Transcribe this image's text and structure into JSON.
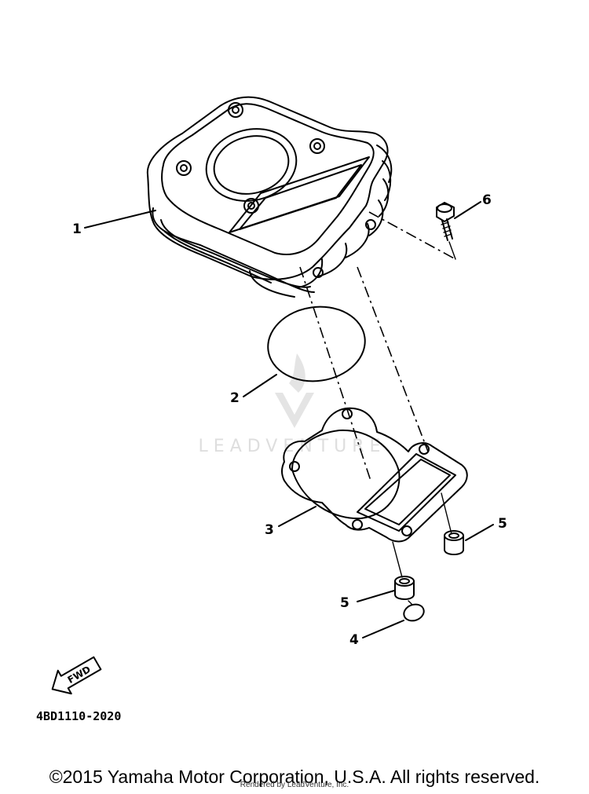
{
  "diagram": {
    "callouts": {
      "part_1": "1",
      "part_2": "2",
      "part_3": "3",
      "part_4": "4",
      "part_5_upper": "5",
      "part_5_lower": "5",
      "part_6": "6"
    },
    "fwd_label": "FWD",
    "part_code": "4BD1110-2020",
    "watermark": "LEADVENTURE"
  },
  "footer": {
    "copyright": "©2015 Yamaha Motor Corporation, U.S.A. All rights reserved.",
    "rendered_by": "Rendered by LeadVenture, Inc."
  }
}
